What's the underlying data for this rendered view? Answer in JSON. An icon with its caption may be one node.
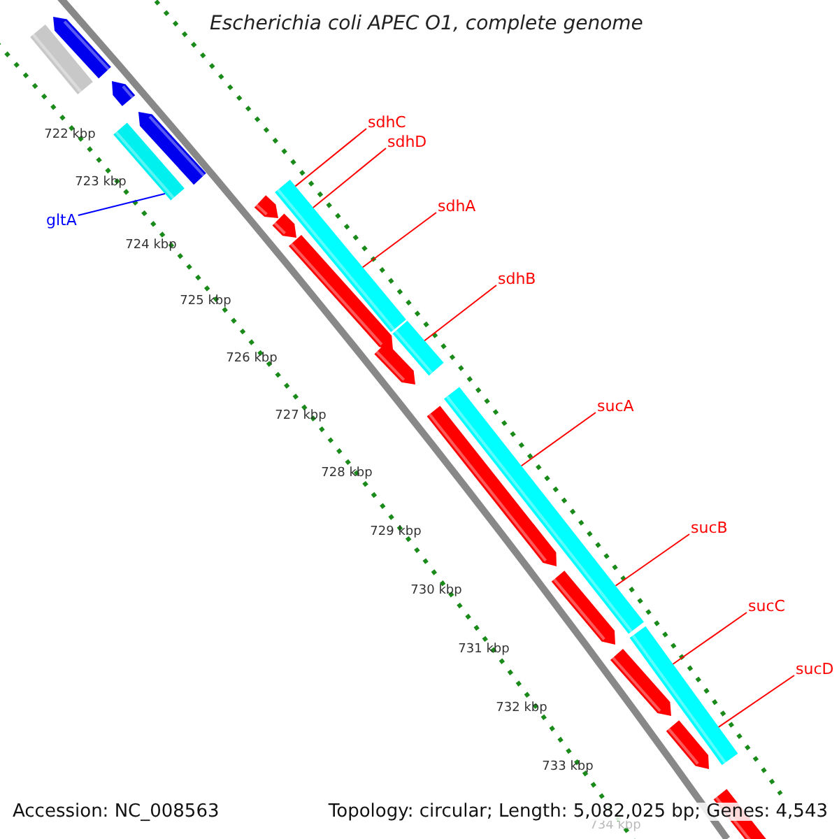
{
  "diagram": {
    "title": "Escherichia coli APEC O1, complete genome",
    "nodes": [
      {
        "text": [
          "gltA"
        ]
      },
      {
        "text": [
          "sdhC"
        ]
      },
      {
        "text": [
          "sdhD"
        ]
      },
      {
        "text": [
          "sdhA"
        ]
      },
      {
        "text": [
          "sdhB"
        ]
      },
      {
        "text": [
          "sucA"
        ]
      },
      {
        "text": [
          "sucB"
        ]
      },
      {
        "text": [
          "sucC"
        ]
      },
      {
        "text": [
          "sucD"
        ]
      },
      {
        "text": [],
        "shape": "pentagon"
      },
      {
        "text": [],
        "shape": "bar"
      },
      {
        "text": [],
        "shape": "pentagon"
      },
      {
        "text": [],
        "shape": "pentagon"
      },
      {
        "text": [],
        "shape": "bar"
      },
      {
        "text": [],
        "shape": "bar"
      },
      {
        "text": [],
        "shape": "pentagon"
      },
      {
        "text": [],
        "shape": "pentagon"
      },
      {
        "text": [],
        "shape": "pentagon"
      },
      {
        "text": [],
        "shape": "bar"
      },
      {
        "text": [],
        "shape": "pentagon"
      },
      {
        "text": [],
        "shape": "bar"
      },
      {
        "text": [],
        "shape": "pentagon"
      },
      {
        "text": [],
        "shape": "pentagon"
      },
      {
        "text": [],
        "shape": "bar"
      },
      {
        "text": [],
        "shape": "pentagon"
      },
      {
        "text": [],
        "shape": "pentagon"
      },
      {
        "text": [],
        "shape": "bar"
      }
    ],
    "edges": [
      {
        "from": 0,
        "to": 13,
        "arrow": "none",
        "color": "#0000ff"
      },
      {
        "from": 1,
        "to": 14,
        "arrow": "none"
      },
      {
        "from": 2,
        "to": 14,
        "arrow": "none"
      },
      {
        "from": 3,
        "to": 14,
        "arrow": "none"
      },
      {
        "from": 4,
        "to": 18,
        "arrow": "none"
      },
      {
        "from": 5,
        "to": 20,
        "arrow": "none"
      },
      {
        "from": 6,
        "to": 20,
        "arrow": "none"
      },
      {
        "from": 7,
        "to": 23,
        "arrow": "none"
      },
      {
        "from": 8,
        "to": 23,
        "arrow": "none"
      }
    ],
    "labels": [
      "722 kbp",
      "723 kbp",
      "724 kbp",
      "725 kbp",
      "726 kbp",
      "727 kbp",
      "728 kbp",
      "729 kbp",
      "730 kbp",
      "731 kbp",
      "732 kbp",
      "733 kbp",
      "734 kbp",
      "Accession: NC_008563",
      "Topology: circular; Length: 5,082,025 bp; Genes: 4,543"
    ]
  }
}
